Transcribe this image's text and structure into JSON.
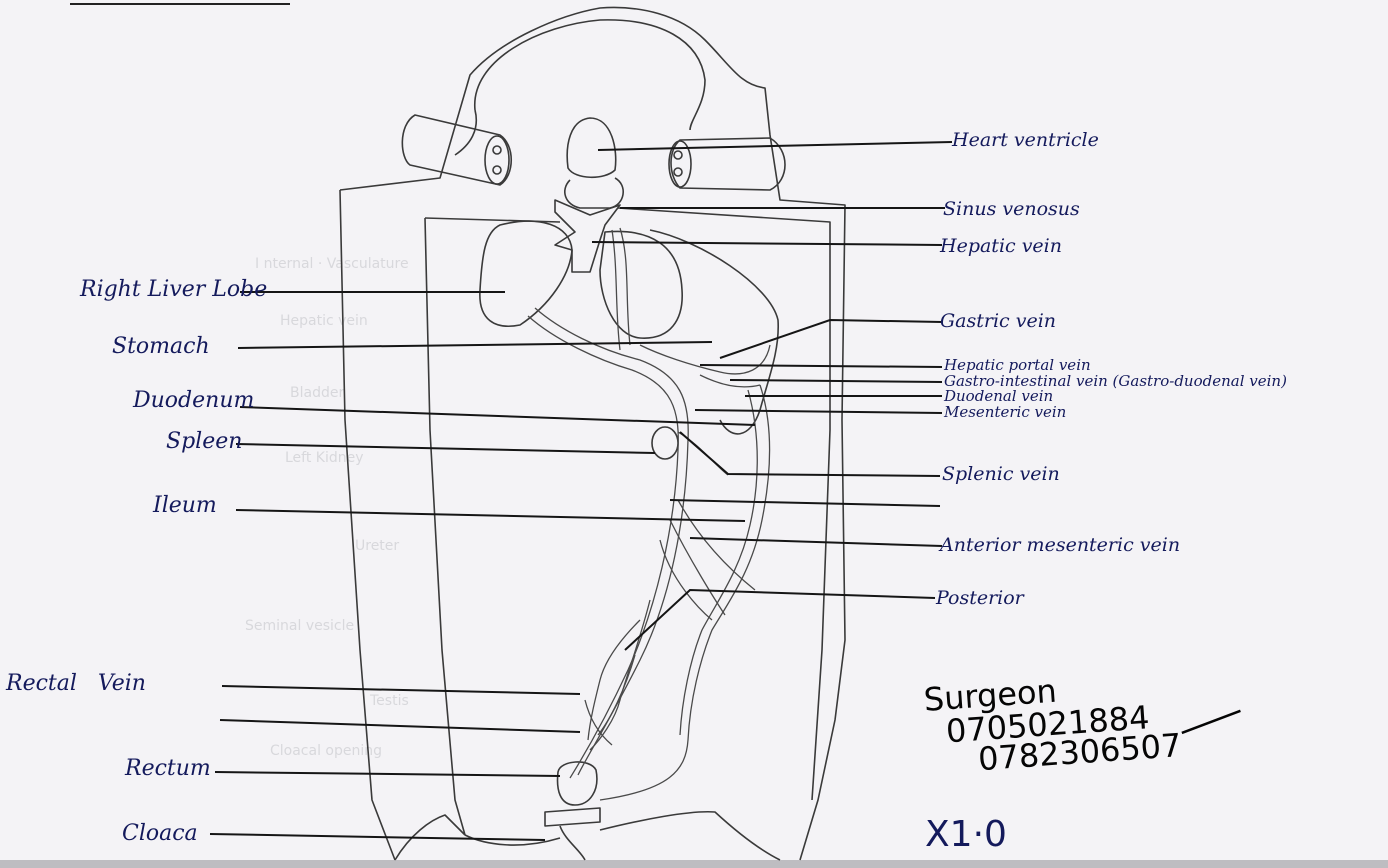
{
  "labels_left": {
    "right_liver_lobe": "Right Liver Lobe",
    "stomach": "Stomach",
    "duodenum": "Duodenum",
    "spleen": "Spleen",
    "ileum": "Ileum",
    "rectal_vein": "Rectal   Vein",
    "rectum": "Rectum",
    "cloaca": "Cloaca"
  },
  "labels_right": {
    "heart_ventricle": "Heart ventricle",
    "sinus_venosus": "Sinus venosus",
    "hepatic_vein": "Hepatic vein",
    "gastric_vein": "Gastric vein",
    "hepatic_portal_vein": "Hepatic portal vein",
    "gastro_intestinal_vein": "Gastro-intestinal vein (Gastro-duodenal vein)",
    "duodenal_vein": "Duodenal vein",
    "mesenteric_vein": "Mesenteric vein",
    "splenic_vein": "Splenic vein",
    "anterior_mesenteric_vein": "Anterior mesenteric vein",
    "posterior": "Posterior"
  },
  "annotations": {
    "name": "Surgeon",
    "phone_1": "0705021884",
    "phone_2": "0782306507",
    "magnification": "X1·0"
  }
}
